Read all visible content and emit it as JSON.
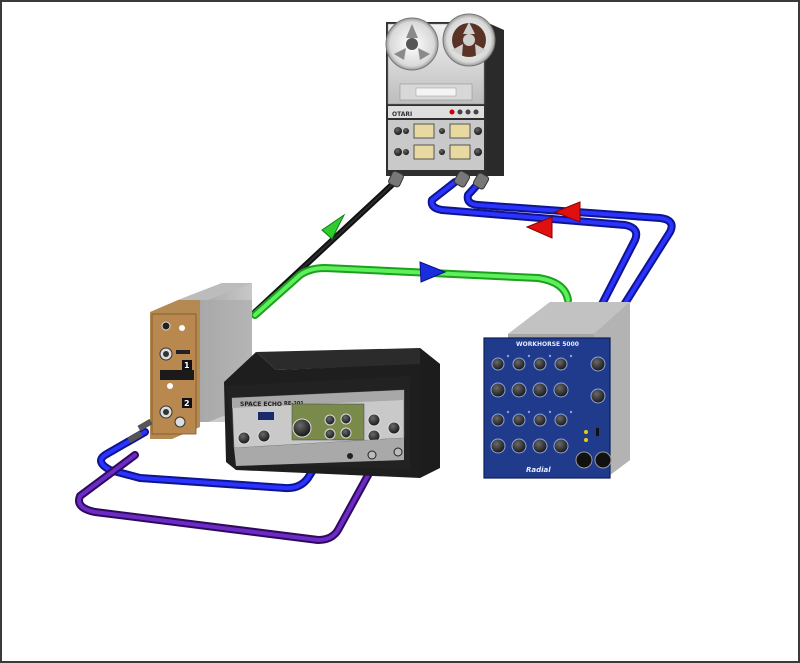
{
  "devices": {
    "tape_machine": {
      "brand": "OTARI"
    },
    "rack_module": {
      "channel_1": "1",
      "channel_2": "2"
    },
    "space_echo": {
      "title": "SPACE ECHO",
      "model": "RE-201"
    },
    "workhorse": {
      "title": "WORKHORSE 5000",
      "brand": "Radial"
    }
  },
  "colors": {
    "black_cable": "#1a1a1a",
    "green_cable": "#3ddc3d",
    "blue_cable": "#1e22d0",
    "purple_cable": "#5a1e9a",
    "green_arrow": "#2ecc2e",
    "blue_arrow": "#1a2ee0",
    "red_arrow": "#e01010"
  }
}
